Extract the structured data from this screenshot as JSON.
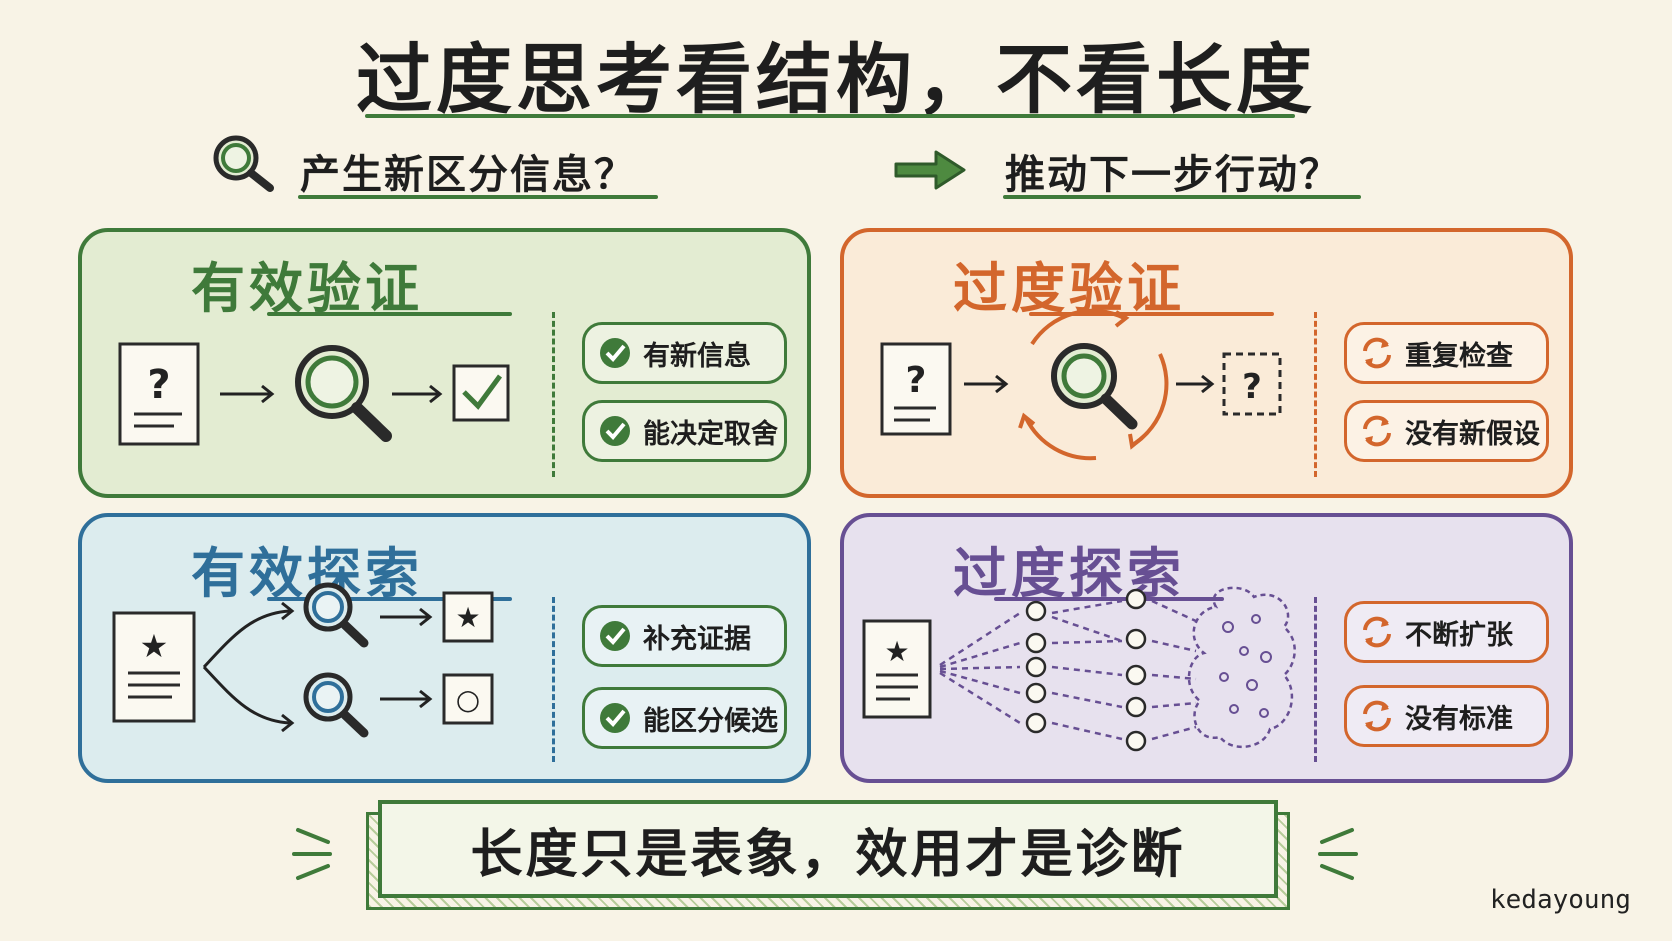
{
  "title": "过度思考看结构，不看长度",
  "questions": {
    "left": "产生新区分信息？",
    "right": "推动下一步行动？"
  },
  "panels": {
    "effective_verification": {
      "title": "有效验证",
      "pills": [
        "有新信息",
        "能决定取舍"
      ],
      "color": "#3f7a3a"
    },
    "over_verification": {
      "title": "过度验证",
      "pills": [
        "重复检查",
        "没有新假设"
      ],
      "color": "#d3662c"
    },
    "effective_exploration": {
      "title": "有效探索",
      "pills": [
        "补充证据",
        "能区分候选"
      ],
      "color": "#2f6f9a"
    },
    "over_exploration": {
      "title": "过度探索",
      "pills": [
        "不断扩张",
        "没有标准"
      ],
      "color": "#674f93"
    }
  },
  "doc_symbols": {
    "question": "?",
    "star": "★",
    "circle": "○"
  },
  "bottom": "长度只是表象，效用才是诊断",
  "signature": "kedayoung"
}
